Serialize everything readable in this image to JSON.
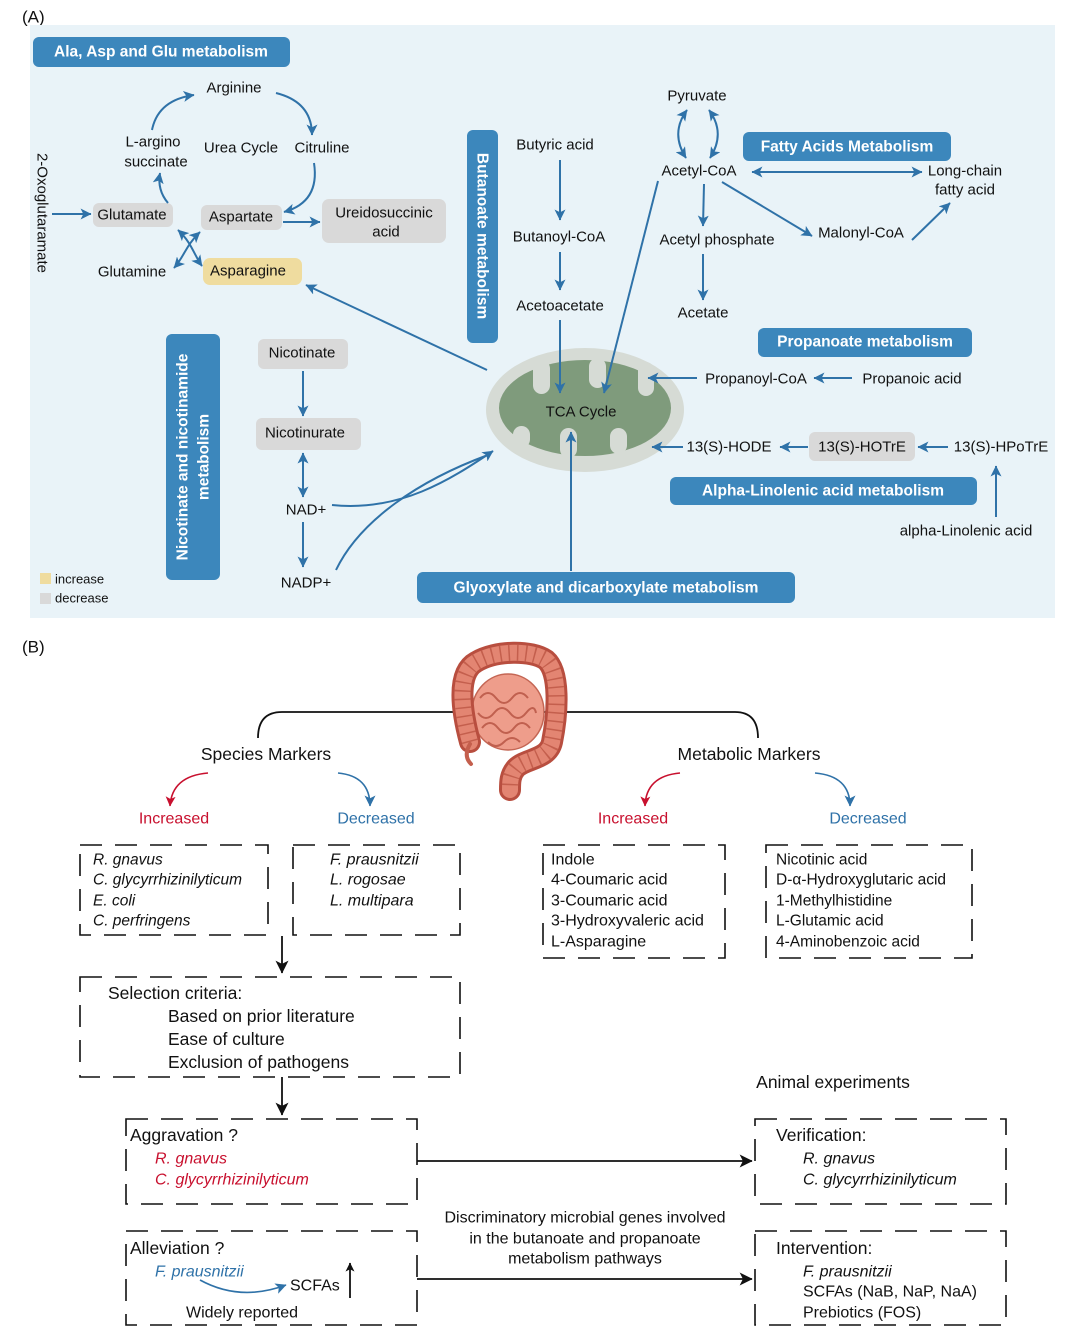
{
  "panel_a": {
    "label": "(A)",
    "pathways": {
      "ala_asp_glu": "Ala, Asp and Glu metabolism",
      "butanoate": "Butanoate metabolism",
      "fatty_acids": "Fatty Acids Metabolism",
      "propanoate": "Propanoate metabolism",
      "nicotinate_line1": "Nicotinate and nicotinamide",
      "nicotinate_line2": "metabolism",
      "alpha_linolenic": "Alpha-Linolenic acid metabolism",
      "glyoxylate": "Glyoxylate and dicarboxylate metabolism"
    },
    "metabolites": {
      "arginine": "Arginine",
      "l_argino_line1": "L-argino",
      "l_argino_line2": "succinate",
      "urea_cycle": "Urea Cycle",
      "citruline": "Citruline",
      "oxoglutaramate": "2-Oxoglutaramate",
      "glutamate": "Glutamate",
      "aspartate": "Aspartate",
      "ureidosuccinic_line1": "Ureidosuccinic",
      "ureidosuccinic_line2": "acid",
      "glutamine": "Glutamine",
      "asparagine": "Asparagine",
      "butyric_acid": "Butyric acid",
      "butanoyl_coa": "Butanoyl-CoA",
      "acetoacetate": "Acetoacetate",
      "pyruvate": "Pyruvate",
      "acetyl_coa": "Acetyl-CoA",
      "long_chain_line1": "Long-chain",
      "long_chain_line2": "fatty acid",
      "acetyl_phosphate": "Acetyl phosphate",
      "malonyl_coa": "Malonyl-CoA",
      "acetate": "Acetate",
      "propanoyl_coa": "Propanoyl-CoA",
      "propanoic_acid": "Propanoic acid",
      "tca_cycle": "TCA Cycle",
      "hode": "13(S)-HODE",
      "hotre": "13(S)-HOTrE",
      "hpotre": "13(S)-HPoTrE",
      "alpha_linolenic_acid": "alpha-Linolenic acid",
      "nicotinate": "Nicotinate",
      "nicotinurate": "Nicotinurate",
      "nad": "NAD+",
      "nadp": "NADP+"
    },
    "legend": [
      {
        "label": "increase",
        "color": "#efdc9f"
      },
      {
        "label": "decrease",
        "color": "#d9d9d9"
      }
    ]
  },
  "panel_b": {
    "label": "(B)",
    "species_markers": {
      "title": "Species Markers",
      "increased_label": "Increased",
      "decreased_label": "Decreased",
      "increased": [
        "R. gnavus",
        "C. glycyrrhizinilyticum",
        "E. coli",
        "C. perfringens"
      ],
      "decreased": [
        "F. prausnitzii",
        "L. rogosae",
        "L. multipara"
      ]
    },
    "metabolic_markers": {
      "title": "Metabolic Markers",
      "increased_label": "Increased",
      "decreased_label": "Decreased",
      "increased": [
        "Indole",
        "4-Coumaric acid",
        "3-Coumaric acid",
        "3-Hydroxyvaleric acid",
        "L-Asparagine"
      ],
      "decreased": [
        "Nicotinic acid",
        "D-α-Hydroxyglutaric acid",
        "1-Methylhistidine",
        "L-Glutamic acid",
        "4-Aminobenzoic acid"
      ]
    },
    "selection": {
      "title": "Selection criteria:",
      "items": [
        "Based on prior literature",
        "Ease of culture",
        "Exclusion of pathogens"
      ]
    },
    "aggravation": {
      "title": "Aggravation ?",
      "species": [
        "R. gnavus",
        "C. glycyrrhizinilyticum"
      ]
    },
    "alleviation": {
      "title": "Alleviation ?",
      "species": "F. prausnitzii",
      "product": "SCFAs",
      "note": "Widely reported"
    },
    "link_text": [
      "Discriminatory microbial genes involved",
      "in the butanoate and propanoate",
      "metabolism pathways"
    ],
    "animal_experiments": {
      "title": "Animal experiments",
      "verification": {
        "title": "Verification:",
        "species": [
          "R. gnavus",
          "C. glycyrrhizinilyticum"
        ]
      },
      "intervention": {
        "title": "Intervention:",
        "items": [
          "F. prausnitzii",
          "SCFAs (NaB, NaP, NaA)",
          "Prebiotics (FOS)"
        ]
      }
    }
  },
  "colors": {
    "panel_background": "#e9f3f8",
    "pathway_label": "#3c87bc",
    "arrow_blue": "#2f72a8",
    "increased_red": "#c8102e",
    "mitochondrion_green": "#7f9b7c"
  }
}
